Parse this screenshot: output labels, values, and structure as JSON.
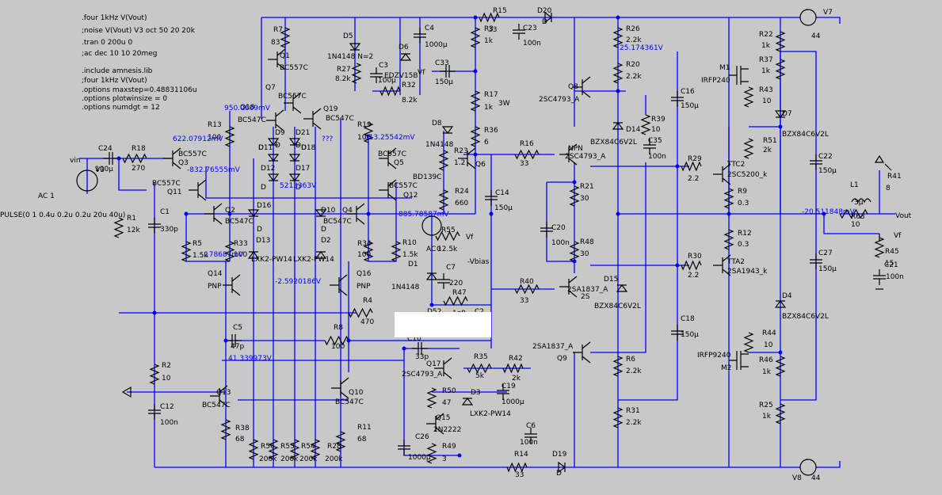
{
  "directives": [
    ".four 1kHz V(Vout)",
    ";noise V(Vout) V3 oct 50 20 20k",
    ".tran 0 200u 0",
    ";ac dec 10 10 20meg",
    ".include amnesis.lib",
    ";four 1kHz V(Vout)",
    ".options maxstep=0.48831106u",
    ".options plotwinsize = 0",
    ".options numdgt = 12"
  ],
  "source_in": {
    "node": "vin",
    "name": "V3",
    "ac": "AC 1",
    "pulse": "PULSE(0 1 0.4u 0.2u 0.2u 20u 40u)"
  },
  "node_voltages": [
    "950.0609mV",
    "622.07912mV",
    "-832.76555mV",
    "613.25542mV",
    "5213363V",
    "885.78587mV",
    "-2.5920186V",
    "41.339973V",
    "25.174361V",
    "-20.511848mV",
    "178687mV",
    "???"
  ],
  "net_labels": [
    "vin",
    "Vout",
    "Vf",
    "-Vbias",
    "Vf",
    "Vf"
  ],
  "components": [
    {
      "ref": "R7",
      "val": "83"
    },
    {
      "ref": "Q1",
      "val": "BC557C"
    },
    {
      "ref": "Q7",
      "val": "BC557C"
    },
    {
      "ref": "Q19",
      "val": "BC547C"
    },
    {
      "ref": "Q18",
      "val": "BC547C"
    },
    {
      "ref": "D5",
      "val": "1N4148 N=2"
    },
    {
      "ref": "R27",
      "val": "8.2k"
    },
    {
      "ref": "C3",
      "val": "100µ"
    },
    {
      "ref": "D6",
      "val": "EDZV15B"
    },
    {
      "ref": "C4",
      "val": "1000µ"
    },
    {
      "ref": "R32",
      "val": "8.2k"
    },
    {
      "ref": "C33",
      "val": "150µ"
    },
    {
      "ref": "R15",
      "val": "33"
    },
    {
      "ref": "C23",
      "val": "100n"
    },
    {
      "ref": "D20",
      "val": "D"
    },
    {
      "ref": "R3",
      "val": "1k"
    },
    {
      "ref": "R17",
      "val": "1k"
    },
    {
      "ref": "R36",
      "val": "6"
    },
    {
      "ref": "D8",
      "val": "1N4148"
    },
    {
      "ref": "R23",
      "val": "1.2"
    },
    {
      "ref": "Q6",
      "val": "BD139C"
    },
    {
      "ref": "R24",
      "val": "660"
    },
    {
      "ref": "C14",
      "val": "150µ"
    },
    {
      "ref": "R16",
      "val": "33"
    },
    {
      "ref": "Q8",
      "val": "2SC4793_A"
    },
    {
      "ref": "R26",
      "val": "2.2k"
    },
    {
      "ref": "R20",
      "val": "2.2k"
    },
    {
      "ref": "D14",
      "val": "BZX84C6V2L"
    },
    {
      "ref": "R39",
      "val": "10"
    },
    {
      "ref": "C35",
      "val": "100n"
    },
    {
      "ref": "C16",
      "val": "150µ"
    },
    {
      "ref": "R22",
      "val": "1k"
    },
    {
      "ref": "R37",
      "val": "1k"
    },
    {
      "ref": "M1",
      "val": "IRFP240"
    },
    {
      "ref": "R43",
      "val": "10"
    },
    {
      "ref": "D7",
      "val": "BZX84C6V2L"
    },
    {
      "ref": "R51",
      "val": "2k"
    },
    {
      "ref": "C22",
      "val": "150µ"
    },
    {
      "ref": "V7",
      "val": "44"
    },
    {
      "ref": "R13",
      "val": "100"
    },
    {
      "ref": "Q3",
      "val": "BC557C"
    },
    {
      "ref": "Q11",
      "val": "BC557C"
    },
    {
      "ref": "C24",
      "val": "100µ"
    },
    {
      "ref": "R18",
      "val": "270"
    },
    {
      "ref": "V3",
      "val": ""
    },
    {
      "ref": "R1",
      "val": "12k"
    },
    {
      "ref": "C1",
      "val": "330p"
    },
    {
      "ref": "R5",
      "val": "1.5k"
    },
    {
      "ref": "Q2",
      "val": "BC547C"
    },
    {
      "ref": "R33",
      "val": "100"
    },
    {
      "ref": "D13",
      "val": "LXK2-PW14"
    },
    {
      "ref": "D2",
      "val": "LXK2-PW14"
    },
    {
      "ref": "D16",
      "val": "D"
    },
    {
      "ref": "D10",
      "val": "D"
    },
    {
      "ref": "Q4",
      "val": "BC547C"
    },
    {
      "ref": "R34",
      "val": "100"
    },
    {
      "ref": "D9",
      "val": "D"
    },
    {
      "ref": "D21",
      "val": "D"
    },
    {
      "ref": "D11",
      "val": "D"
    },
    {
      "ref": "D18",
      "val": "D"
    },
    {
      "ref": "D12",
      "val": "D"
    },
    {
      "ref": "D17",
      "val": "D"
    },
    {
      "ref": "R19",
      "val": "100"
    },
    {
      "ref": "Q5",
      "val": "BC557C"
    },
    {
      "ref": "Q12",
      "val": "BC557C"
    },
    {
      "ref": "R10",
      "val": "1.5k"
    },
    {
      "ref": "R55",
      "val": "12.5k"
    },
    {
      "ref": "AC",
      "val": "0"
    },
    {
      "ref": "D1",
      "val": "1N4148"
    },
    {
      "ref": "C7",
      "val": "220"
    },
    {
      "ref": "R47",
      "val": "1e9"
    },
    {
      "ref": "R21",
      "val": "30"
    },
    {
      "ref": "C20",
      "val": "100n"
    },
    {
      "ref": "R48",
      "val": "30"
    },
    {
      "ref": "NPN",
      "val": "2SC4793_A"
    },
    {
      "ref": "R29",
      "val": "2.2"
    },
    {
      "ref": "TTC2",
      "val": "2SC5200_k"
    },
    {
      "ref": "R9",
      "val": "0.3"
    },
    {
      "ref": "R12",
      "val": "0.3"
    },
    {
      "ref": "R30",
      "val": "2.2"
    },
    {
      "ref": "TTA2",
      "val": "2SA1943_k"
    },
    {
      "ref": "R40",
      "val": "33"
    },
    {
      "ref": "2S",
      "val": "2SA1837_A"
    },
    {
      "ref": "D15",
      "val": "BZX84C6V2L"
    },
    {
      "ref": "Q16",
      "val": "PNP"
    },
    {
      "ref": "Q14",
      "val": "PNP"
    },
    {
      "ref": "R4",
      "val": "470"
    },
    {
      "ref": "C5",
      "val": "47p"
    },
    {
      "ref": "R8",
      "val": "100"
    },
    {
      "ref": "R2",
      "val": "10"
    },
    {
      "ref": "C12",
      "val": "100n"
    },
    {
      "ref": "Q13",
      "val": "BC547C"
    },
    {
      "ref": "R38",
      "val": "68"
    },
    {
      "ref": "R56",
      "val": "200k"
    },
    {
      "ref": "R53",
      "val": "200k"
    },
    {
      "ref": "R54",
      "val": "200k"
    },
    {
      "ref": "R28",
      "val": "200k"
    },
    {
      "ref": "Q10",
      "val": "BC547C"
    },
    {
      "ref": "R11",
      "val": "68"
    },
    {
      "ref": "C10",
      "val": "33p"
    },
    {
      "ref": "Q17",
      "val": "2SC4793_A"
    },
    {
      "ref": "R35",
      "val": "5k"
    },
    {
      "ref": "R42",
      "val": "2k"
    },
    {
      "ref": "C19",
      "val": "1000µ"
    },
    {
      "ref": "R50",
      "val": "47"
    },
    {
      "ref": "D3",
      "val": "LXK2-PW14"
    },
    {
      "ref": "Q15",
      "val": "2N2222"
    },
    {
      "ref": "C26",
      "val": "1000µ"
    },
    {
      "ref": "R49",
      "val": "3"
    },
    {
      "ref": "C6",
      "val": "100n"
    },
    {
      "ref": "R14",
      "val": "33"
    },
    {
      "ref": "D19",
      "val": "D"
    },
    {
      "ref": "Q9",
      "val": "2SA1837_A"
    },
    {
      "ref": "R6",
      "val": "2.2k"
    },
    {
      "ref": "R31",
      "val": "2.2k"
    },
    {
      "ref": "C18",
      "val": "150µ"
    },
    {
      "ref": "R44",
      "val": "10"
    },
    {
      "ref": "M2",
      "val": "IRFP9240"
    },
    {
      "ref": "R46",
      "val": "1k"
    },
    {
      "ref": "D4",
      "val": "BZX84C6V2L"
    },
    {
      "ref": "R25",
      "val": "1k"
    },
    {
      "ref": "C27",
      "val": "150µ"
    },
    {
      "ref": "V8",
      "val": "44"
    },
    {
      "ref": "L1",
      "val": "3µ"
    },
    {
      "ref": "R63",
      "val": "10"
    },
    {
      "ref": "R41",
      "val": "8"
    },
    {
      "ref": "R45",
      "val": "15"
    },
    {
      "ref": "C21",
      "val": "100n"
    },
    {
      "ref": "3W",
      "val": ""
    },
    {
      "ref": "D52",
      "val": ""
    },
    {
      "ref": "C2",
      "val": ""
    }
  ],
  "colors": {
    "background": "#c8c8c8",
    "wire": "#0000ff",
    "component": "#000000",
    "redaction": "#ffffff"
  }
}
